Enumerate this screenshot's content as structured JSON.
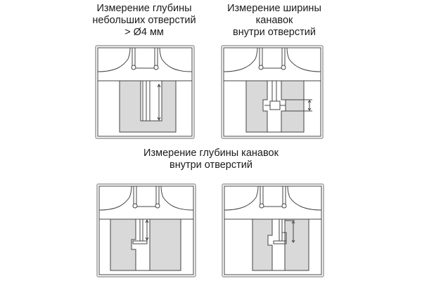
{
  "captions": {
    "top_left": [
      "Измерение глубины",
      "небольших отверстий",
      "> Ø4 мм"
    ],
    "top_right": [
      "Измерение ширины",
      "канавок",
      "внутри отверстий"
    ],
    "middle": [
      "Измерение глубины канавок",
      "внутри отверстий"
    ]
  },
  "colors": {
    "line": "#444444",
    "fill": "#d9d9d9",
    "border": "#b5b5b5"
  }
}
